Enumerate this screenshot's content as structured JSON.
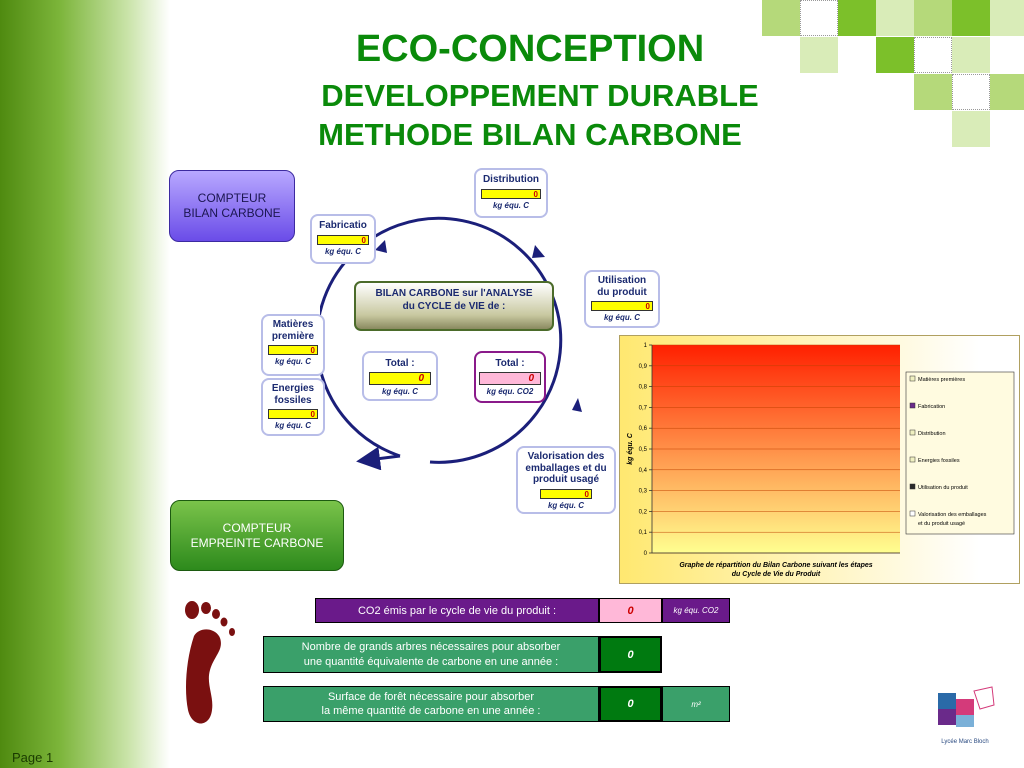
{
  "footer": {
    "page_label": "Page 1"
  },
  "header": {
    "title_line1": "ECO-CONCEPTION",
    "title_line2": "DEVELOPPEMENT DURABLE",
    "title_line3": "METHODE BILAN CARBONE"
  },
  "buttons": {
    "bilan_line1": "COMPTEUR",
    "bilan_line2": "BILAN CARBONE",
    "empreinte_line1": "COMPTEUR",
    "empreinte_line2": "EMPREINTE CARBONE"
  },
  "cycle": {
    "center_line1": "BILAN CARBONE sur l'ANALYSE",
    "center_line2": "du CYCLE de VIE de :",
    "unit_c": "kg équ. C",
    "unit_co2": "kg équ. CO2",
    "stages": {
      "distribution": {
        "label_line1": "Distribution",
        "label_line2": "",
        "value": "0"
      },
      "fabrication": {
        "label_line1": "Fabricatio",
        "label_line2": "",
        "value": "0"
      },
      "utilisation": {
        "label_line1": "Utilisation",
        "label_line2": "du produit",
        "value": "0"
      },
      "matieres": {
        "label_line1": "Matières",
        "label_line2": "première",
        "value": "0"
      },
      "energies": {
        "label_line1": "Energies",
        "label_line2": "fossiles",
        "value": "0"
      },
      "valorisation": {
        "label_line1": "Valorisation des",
        "label_line2": "emballages et du",
        "label_line3": "produit usagé",
        "value": "0"
      }
    },
    "total_c": {
      "label": "Total :",
      "value": "0"
    },
    "total_co2": {
      "label": "Total :",
      "value": "0"
    }
  },
  "chart_data": {
    "type": "bar",
    "categories": [
      "Matières premières",
      "Fabrication",
      "Distribution",
      "Energies fossiles",
      "Utilisation du produit",
      "Valorisation des emballages et du produit usagé"
    ],
    "values": [
      0,
      0,
      0,
      0,
      0,
      0
    ],
    "ylabel": "kg équ. C",
    "ylim": [
      0,
      1
    ],
    "yticks": [
      "0",
      "0,1",
      "0,2",
      "0,3",
      "0,4",
      "0,5",
      "0,6",
      "0,7",
      "0,8",
      "0,9",
      "1"
    ],
    "caption_line1": "Graphe de répartition du Bilan Carbone suivant les étapes",
    "caption_line2": "du Cycle de Vie du Produit",
    "legend": [
      "Matières premières",
      "Fabrication",
      "Distribution",
      "Energies fossiles",
      "Utilisation du produit",
      "Valorisation des emballages",
      "et du produit usagé"
    ],
    "legend_colors": [
      "#f0f0c0",
      "#6a2a8a",
      "#f0f0c0",
      "#f0f0c0",
      "#2a2a2a",
      "#ffffff",
      ""
    ],
    "legend_position": "right",
    "plot_fill_top": "#ff2000",
    "plot_fill_bottom": "#ffff90"
  },
  "results": {
    "co2_label": "CO2 émis par le cycle de vie du produit :",
    "co2_value": "0",
    "co2_unit": "kg équ. CO2",
    "arbres_line1": "Nombre de grands arbres nécessaires pour absorber",
    "arbres_line2": "une quantité équivalente de carbone en une année :",
    "arbres_value": "0",
    "foret_line1": "Surface de forêt nécessaire pour absorber",
    "foret_line2": "la même quantité de carbone en une année :",
    "foret_value": "0",
    "foret_unit": "m²"
  },
  "logo": {
    "caption": "Lycée Marc Bloch"
  },
  "colors": {
    "title_green": "#0a8a0a",
    "cycle_blue": "#1b1f7a",
    "footprint": "#7a1010"
  }
}
